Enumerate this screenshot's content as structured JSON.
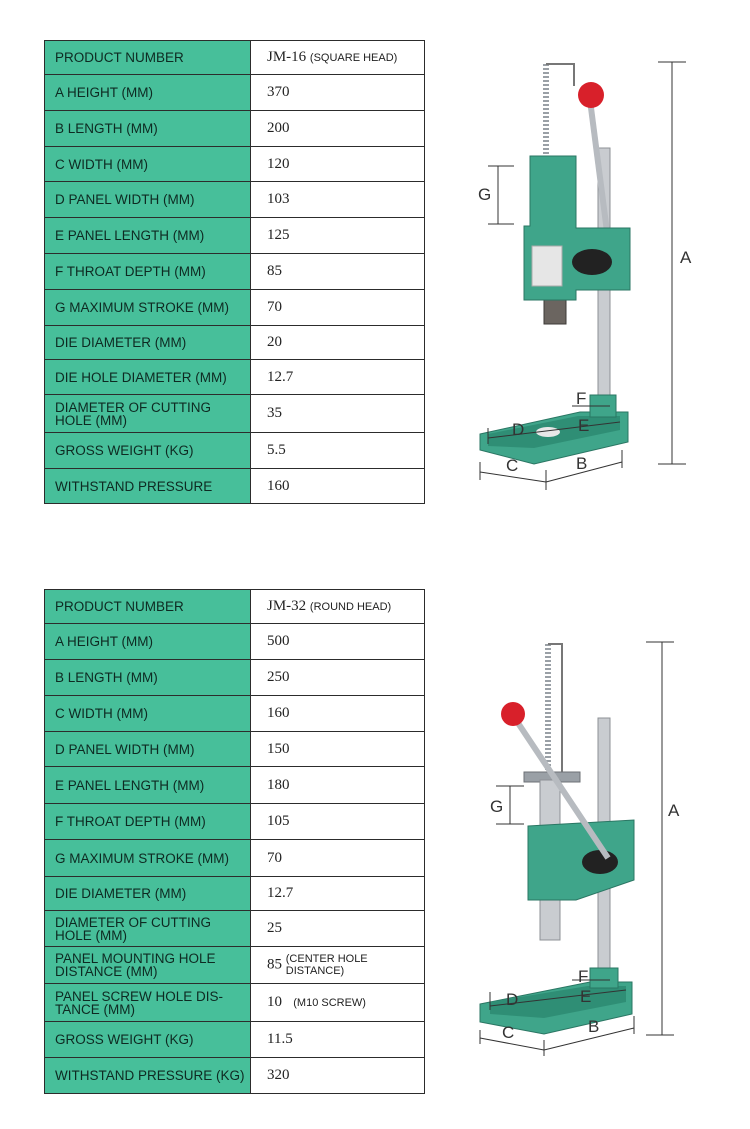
{
  "table1": {
    "rows": [
      {
        "label": "PRODUCT NUMBER",
        "value": "JM-16",
        "note": "(SQUARE HEAD)"
      },
      {
        "label": "A HEIGHT (MM)",
        "value": "370"
      },
      {
        "label": "B LENGTH (MM)",
        "value": "200"
      },
      {
        "label": "C WIDTH (MM)",
        "value": "120"
      },
      {
        "label": "D PANEL WIDTH (MM)",
        "value": "103"
      },
      {
        "label": "E PANEL LENGTH (MM)",
        "value": "125"
      },
      {
        "label": "F THROAT DEPTH (MM)",
        "value": "85"
      },
      {
        "label": "G MAXIMUM STROKE (MM)",
        "value": "70"
      },
      {
        "label": "DIE DIAMETER (MM)",
        "value": "20"
      },
      {
        "label": "DIE HOLE DIAMETER (MM)",
        "value": "12.7"
      },
      {
        "label": "DIAMETER OF CUTTING HOLE (MM)",
        "value": "35"
      },
      {
        "label": "GROSS WEIGHT (KG)",
        "value": "5.5"
      },
      {
        "label": "WITHSTAND PRESSURE",
        "value": "160"
      }
    ]
  },
  "table2": {
    "rows": [
      {
        "label": "PRODUCT NUMBER",
        "value": "JM-32",
        "note": "(ROUND HEAD)"
      },
      {
        "label": "A HEIGHT (MM)",
        "value": "500"
      },
      {
        "label": "B LENGTH (MM)",
        "value": "250"
      },
      {
        "label": "C WIDTH (MM)",
        "value": "160"
      },
      {
        "label": "D PANEL WIDTH (MM)",
        "value": "150"
      },
      {
        "label": "E PANEL LENGTH (MM)",
        "value": "180"
      },
      {
        "label": "F THROAT DEPTH (MM)",
        "value": "105"
      },
      {
        "label": "G MAXIMUM STROKE (MM)",
        "value": "70"
      },
      {
        "label": "DIE DIAMETER (MM)",
        "value": "12.7"
      },
      {
        "label": "DIAMETER OF CUTTING HOLE (MM)",
        "value": "25"
      },
      {
        "label": "PANEL MOUNTING HOLE DISTANCE (MM)",
        "value": "85",
        "note": "(CENTER HOLE DISTANCE)"
      },
      {
        "label": "PANEL SCREW HOLE DIS-TANCE (MM)",
        "value": "10",
        "note": "(M10 SCREW)"
      },
      {
        "label": "GROSS WEIGHT (KG)",
        "value": "11.5"
      },
      {
        "label": "WITHSTAND PRESSURE (KG)",
        "value": "320"
      }
    ]
  },
  "drawing1": {
    "labels": {
      "a": "A",
      "b": "B",
      "c": "C",
      "d": "D",
      "e": "E",
      "f": "F",
      "g": "G"
    }
  },
  "drawing2": {
    "labels": {
      "a": "A",
      "b": "B",
      "c": "C",
      "d": "D",
      "e": "E",
      "f": "F",
      "g": "G"
    }
  },
  "colors": {
    "label_bg": "#47bf9a",
    "machine_green": "#3fa58a",
    "handle_red": "#d8202a",
    "steel": "#c9ccd0"
  }
}
